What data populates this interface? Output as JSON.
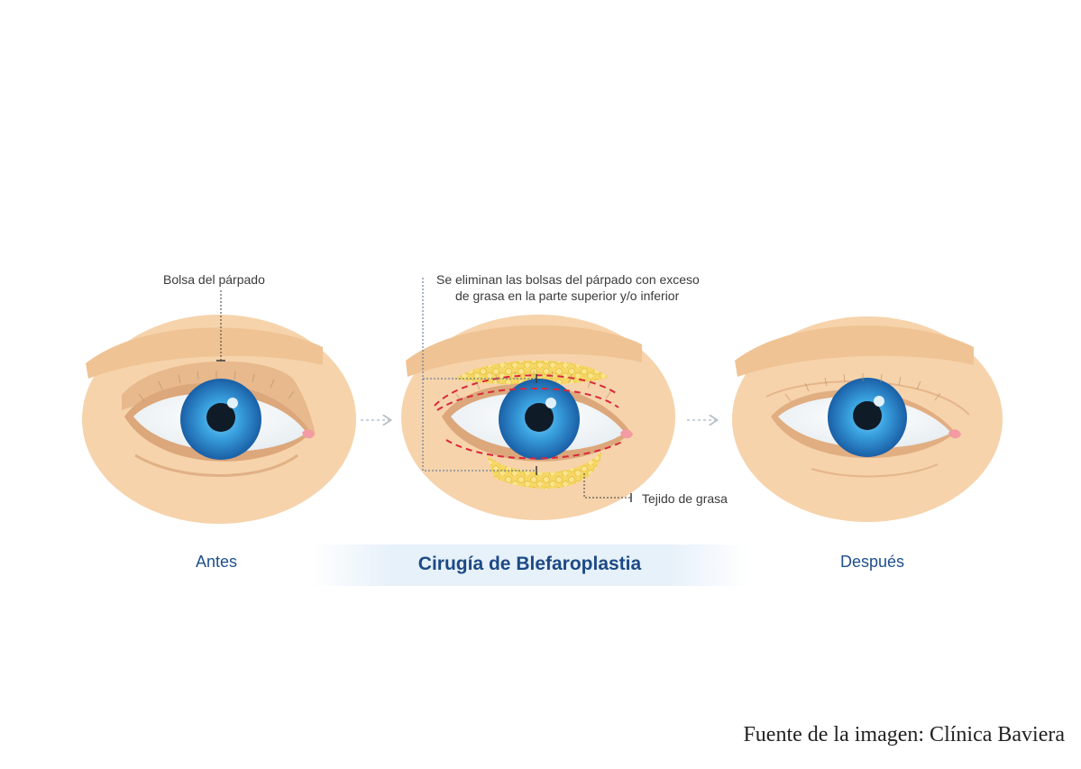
{
  "labels": {
    "eyelid_bag": "Bolsa del párpado",
    "removal_note_line1": "Se eliminan las bolsas del párpado con exceso",
    "removal_note_line2": "de grasa en la parte superior y/o inferior",
    "fat_tissue": "Tejido de grasa"
  },
  "stages": {
    "before": "Antes",
    "after": "Después"
  },
  "title": "Cirugía de Blefaroplastia",
  "source": "Fuente de la imagen: Clínica Baviera",
  "colors": {
    "skin": "#f6d3ab",
    "brow": "#efc394",
    "iris": "#2f8fd0",
    "fat": "#f5d257",
    "incision": "#d8283a",
    "stage_label": "#1e4f8c"
  }
}
